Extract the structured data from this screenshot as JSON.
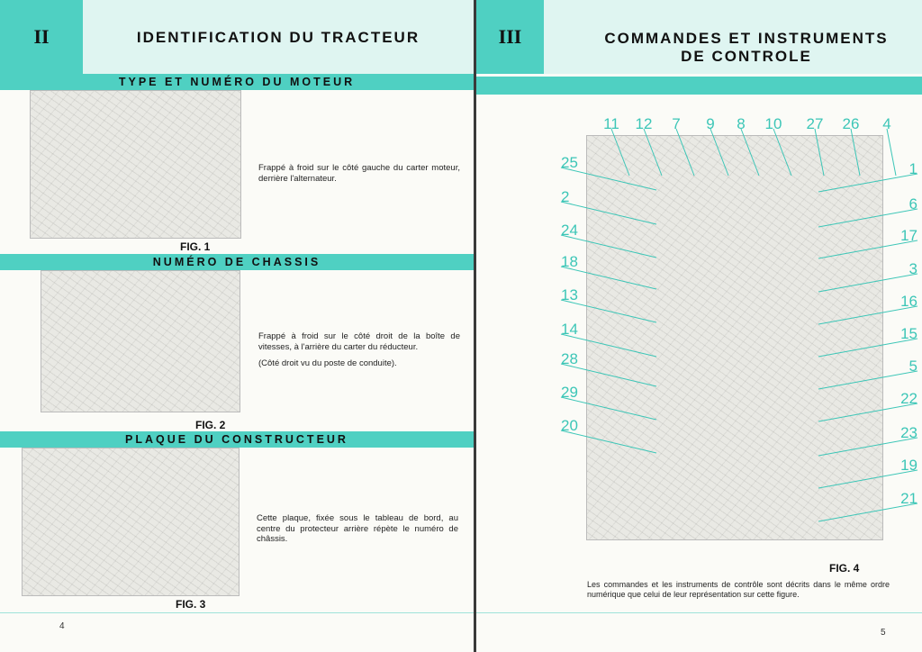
{
  "left_page": {
    "chapter": "II",
    "title": "IDENTIFICATION DU TRACTEUR",
    "sections": [
      {
        "heading": "TYPE ET NUMÉRO DU MOTEUR",
        "figure": "FIG. 1",
        "text": "Frappé à froid sur le côté gauche du carter moteur, derrière l'alternateur."
      },
      {
        "heading": "NUMÉRO DE CHASSIS",
        "figure": "FIG. 2",
        "text": "Frappé à froid sur le côté droit de la boîte de vitesses, à l'arrière du carter du réducteur.",
        "note": "(Côté droit vu du poste de conduite)."
      },
      {
        "heading": "PLAQUE DU CONSTRUCTEUR",
        "figure": "FIG. 3",
        "text": "Cette plaque, fixée sous le tableau de bord, au centre du protecteur arrière répète le numéro de châssis."
      }
    ],
    "page_number": "4"
  },
  "right_page": {
    "chapter": "III",
    "title_line1": "COMMANDES ET INSTRUMENTS",
    "title_line2": "DE CONTROLE",
    "figure": "FIG. 4",
    "callouts_top": [
      "11",
      "12",
      "7",
      "9",
      "8",
      "10",
      "27",
      "26",
      "4"
    ],
    "callouts_left": [
      "25",
      "2",
      "24",
      "18",
      "13",
      "14",
      "28",
      "29",
      "20"
    ],
    "callouts_right": [
      "1",
      "6",
      "17",
      "3",
      "16",
      "15",
      "5",
      "22",
      "23",
      "19",
      "21"
    ],
    "caption": "Les commandes et les instruments de contrôle sont décrits dans le même ordre numérique que celui de leur représentation sur cette figure.",
    "page_number": "5"
  },
  "colors": {
    "accent": "#4fd0c2",
    "callout": "#3cc6b7"
  }
}
